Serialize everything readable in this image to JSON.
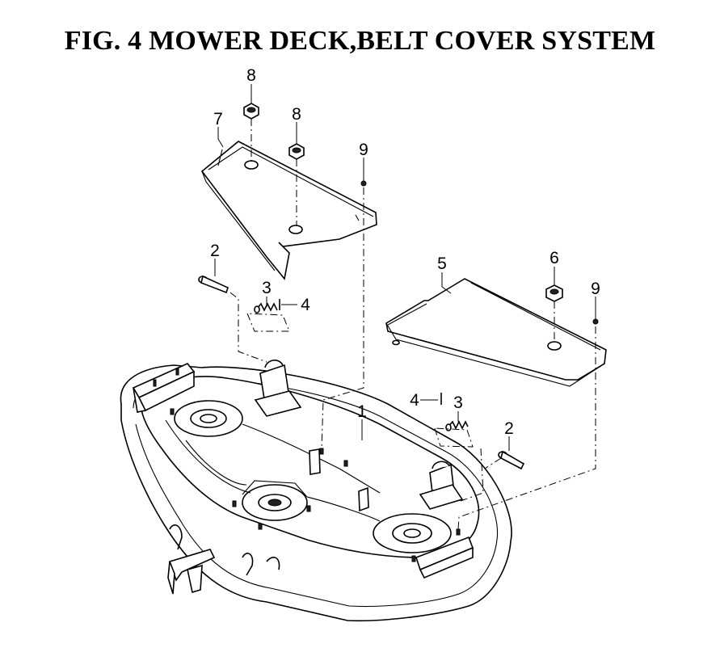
{
  "title": "FIG.  4  MOWER DECK,BELT COVER SYSTEM",
  "callouts": {
    "c1": "1",
    "c2_left": "2",
    "c2_right": "2",
    "c3_left": "3",
    "c3_right": "3",
    "c4_left": "4",
    "c4_right": "4",
    "c5": "5",
    "c6": "6",
    "c7": "7",
    "c8_a": "8",
    "c8_b": "8",
    "c9_left": "9",
    "c9_right": "9"
  }
}
